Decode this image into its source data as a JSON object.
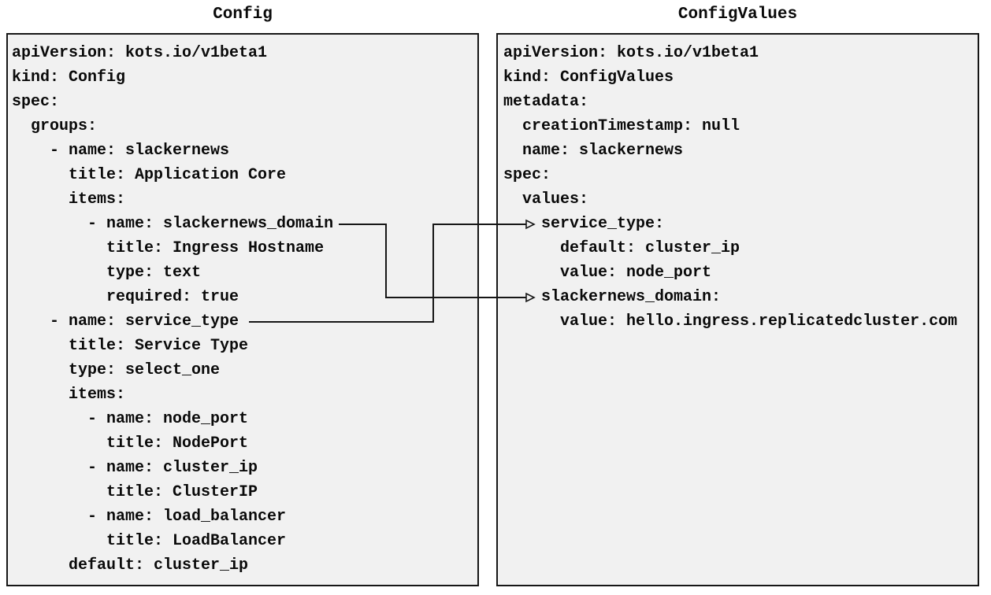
{
  "diagram": {
    "left_panel": {
      "title": "Config",
      "yaml_lines": [
        "apiVersion: kots.io/v1beta1",
        "kind: Config",
        "spec:",
        "  groups:",
        "    - name: slackernews",
        "      title: Application Core",
        "      items:",
        "        - name: slackernews_domain",
        "          title: Ingress Hostname",
        "          type: text",
        "          required: true",
        "    - name: service_type",
        "      title: Service Type",
        "      type: select_one",
        "      items:",
        "        - name: node_port",
        "          title: NodePort",
        "        - name: cluster_ip",
        "          title: ClusterIP",
        "        - name: load_balancer",
        "          title: LoadBalancer",
        "      default: cluster_ip"
      ]
    },
    "right_panel": {
      "title": "ConfigValues",
      "yaml_lines": [
        "apiVersion: kots.io/v1beta1",
        "kind: ConfigValues",
        "metadata:",
        "  creationTimestamp: null",
        "  name: slackernews",
        "spec:",
        "  values:",
        "    service_type:",
        "      default: cluster_ip",
        "      value: node_port",
        "    slackernews_domain:",
        "      value: hello.ingress.replicatedcluster.com"
      ]
    },
    "connections": [
      {
        "from": "Config item name: service_type",
        "to": "ConfigValues key: service_type"
      },
      {
        "from": "Config item name: slackernews_domain",
        "to": "ConfigValues key: slackernews_domain"
      }
    ],
    "colors": {
      "panel_background": "#f1f1f1",
      "panel_border": "#161616",
      "text": "#0a0a0a",
      "connector": "#161616"
    }
  }
}
